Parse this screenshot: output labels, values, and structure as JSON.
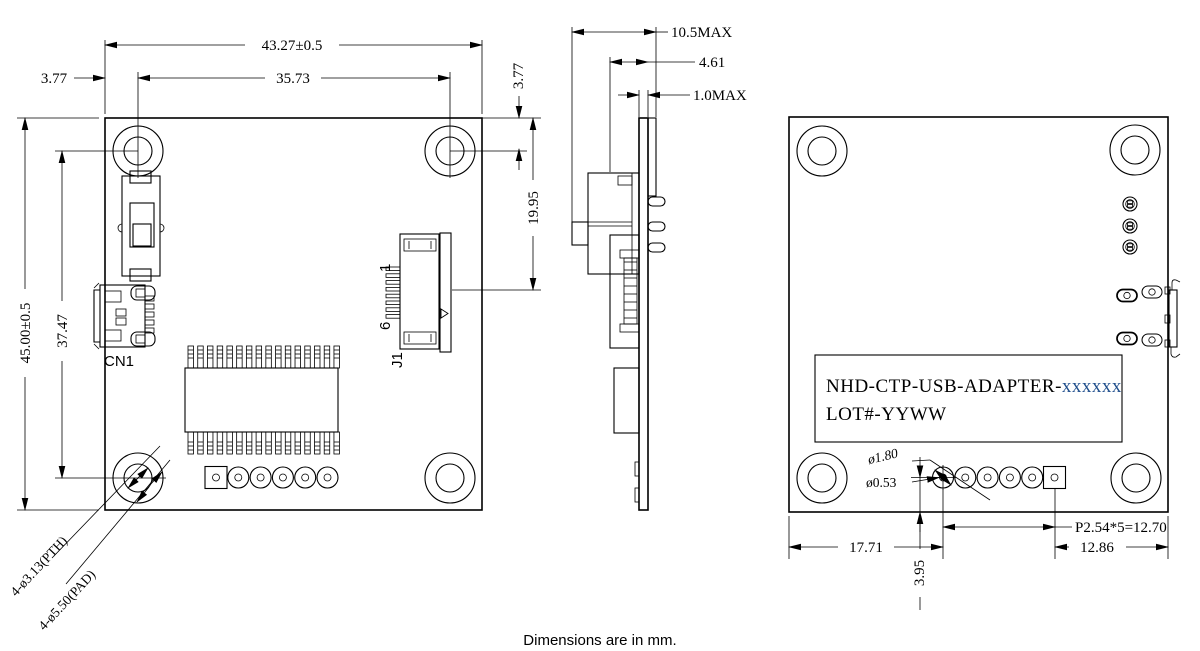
{
  "note": "Dimensions are in mm.",
  "colors": {
    "line": "#000000",
    "label": "#1f4e8c"
  },
  "front_view": {
    "dim_width": "43.27±0.5",
    "dim_hole_span_h": "35.73",
    "dim_offset_top_left": "3.77",
    "dim_offset_top_right": "3.77",
    "dim_height": "45.00±0.5",
    "dim_hole_span_v": "37.47",
    "dim_j1": "19.95",
    "label_cn1": "CN1",
    "label_j1": "J1",
    "label_pin1": "1",
    "label_pin6": "6",
    "label_pth": "4-ø3.13(PTH)",
    "label_pad": "4-ø5.50(PAD)"
  },
  "side_view": {
    "dim_total": "10.5MAX",
    "dim_conn": "4.61",
    "dim_pcb": "1.0MAX"
  },
  "back_view": {
    "part_number_prefix": "NHD-CTP-USB-ADAPTER-",
    "part_number_suffix": "xxxxxx",
    "lot": "LOT#-YYWW",
    "dim_via_outer": "ø1.80",
    "dim_via_inner": "ø0.53",
    "dim_left": "17.71",
    "dim_bottom": "3.95",
    "dim_pitch": "P2.54*5=12.70",
    "dim_right": "12.86"
  }
}
